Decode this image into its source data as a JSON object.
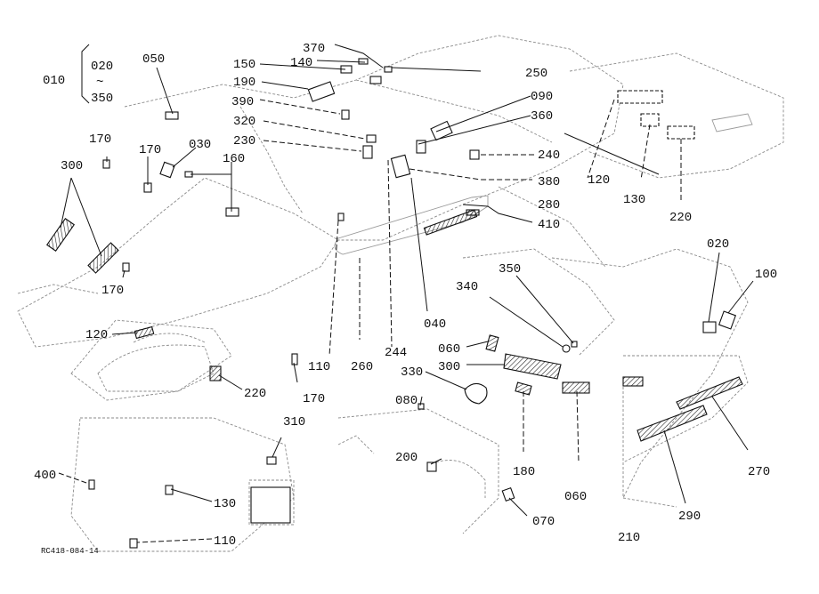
{
  "figure_code": "RC418-084-14",
  "callouts": {
    "c010": "010",
    "c020_top": "020",
    "c_tilde": "~",
    "c350_top": "350",
    "c050": "050",
    "c370": "370",
    "c150": "150",
    "c140": "140",
    "c190": "190",
    "c250": "250",
    "c390": "390",
    "c090": "090",
    "c360": "360",
    "c320": "320",
    "c230": "230",
    "c240": "240",
    "c380": "380",
    "c280": "280",
    "c410": "410",
    "c170a": "170",
    "c170b": "170",
    "c030": "030",
    "c160": "160",
    "c300a": "300",
    "c170c": "170",
    "c120a": "120",
    "c130a": "130",
    "c220a": "220",
    "c120b": "120",
    "c220b": "220",
    "c170d": "170",
    "c110a": "110",
    "c260": "260",
    "c244": "244",
    "c040": "040",
    "c350": "350",
    "c340": "340",
    "c060a": "060",
    "c300b": "300",
    "c330": "330",
    "c080": "080",
    "c180": "180",
    "c310": "310",
    "c400": "400",
    "c130b": "130",
    "c110b": "110",
    "c200": "200",
    "c070": "070",
    "c060b": "060",
    "c210": "210",
    "c290": "290",
    "c270": "270",
    "c020": "020",
    "c100": "100"
  }
}
